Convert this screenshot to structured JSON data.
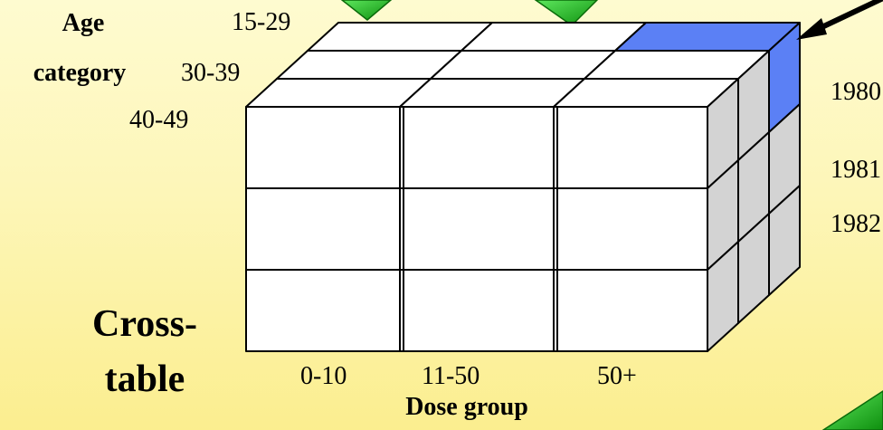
{
  "age_axis": {
    "title_line1": "Age",
    "title_line2": "category",
    "values": [
      "15-29",
      "30-39",
      "40-49"
    ]
  },
  "year_axis": {
    "values": [
      "1980",
      "1981",
      "1982"
    ]
  },
  "dose_axis": {
    "title": "Dose group",
    "values": [
      "0-10",
      "11-50",
      "50+"
    ]
  },
  "caption": {
    "line1": "Cross-",
    "line2": "table"
  },
  "highlighted_cell": {
    "age": "15-29",
    "dose": "50+",
    "year": "1980"
  },
  "colors": {
    "background_top": "#fefbd0",
    "background_bottom": "#fbee8f",
    "cell_front": "#ffffff",
    "cell_side": "#d3d3d3",
    "highlight": "#5b80f5",
    "arrow_green": "#19b319",
    "pointer": "#000000"
  }
}
